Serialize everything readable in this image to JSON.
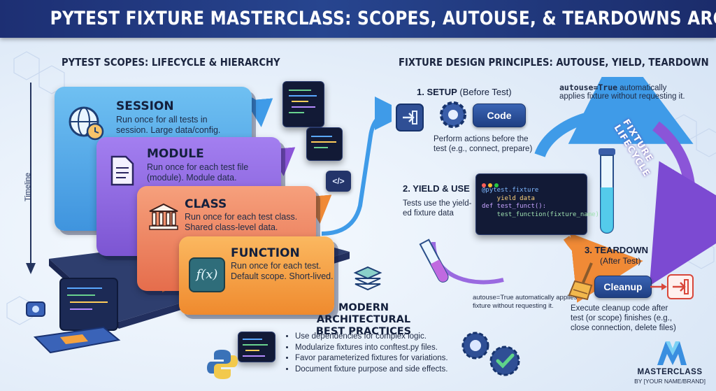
{
  "title": "PYTEST FIXTURE MASTERCLASS: SCOPES, AUTOUSE, & TEARDOWNS ARCHITECTURE",
  "left": {
    "heading": "PYTEST SCOPES: LIFECYCLE & HIERARCHY",
    "timeline_label": "Timeline",
    "scopes": [
      {
        "name": "SESSION",
        "desc_1": "Run once for all tests in",
        "desc_2": "session. Large data/config."
      },
      {
        "name": "MODULE",
        "desc_1": "Run once for each test file",
        "desc_2": "(module). Module data."
      },
      {
        "name": "CLASS",
        "desc_1": "Run once for each test class.",
        "desc_2": "Shared class-level data."
      },
      {
        "name": "FUNCTION",
        "desc_1": "Run once for each test.",
        "desc_2": "Default scope. Short-lived."
      }
    ],
    "code_tag": "</>",
    "fx_symbol": "f(x)"
  },
  "right": {
    "heading": "FIXTURE DESIGN PRINCIPLES: AUTOUSE, YIELD, TEARDOWN",
    "setup": {
      "label_bold": "1. SETUP",
      "label_rest": " (Before Test)",
      "button": "Code",
      "desc_1": "Perform actions before the",
      "desc_2": "test (e.g., connect, prepare)"
    },
    "autouse_top": {
      "code": "autouse=True",
      "line_1": " automatically",
      "line_2": "applies fixture without requesting it."
    },
    "lifecycle_label": "FIXTURE LIFECYCLE",
    "yield": {
      "label": "2. YIELD & USE",
      "desc_1": "Tests use the yield-",
      "desc_2": "ed fixture data",
      "code": [
        "@pytest.fixture",
        "    yield data",
        "",
        "def test_funct():",
        "    test_function(fixture_name)"
      ]
    },
    "teardown": {
      "label_1": "3. TEARDOWN",
      "label_2": "(After Test)",
      "button": "Cleanup",
      "desc_1": "Execute cleanup code after",
      "desc_2": "test (or scope) finishes (e.g.,",
      "desc_3": "close connection, delete files)"
    },
    "autouse_bottom": {
      "line_1": "autouse=True automatically applies",
      "line_2": "fixture without requesting it."
    }
  },
  "best_practices": {
    "heading_1": "MODERN ARCHITECTURAL",
    "heading_2": "BEST PRACTICES",
    "items": [
      "Use dependencies for complex logic.",
      "Modularize fixtures into conftest.py files.",
      "Favor parameterized fixtures for variations.",
      "Document fixture purpose and side effects."
    ]
  },
  "brand": {
    "name": "MASTERCLASS",
    "sub": "BY [YOUR NAME/BRAND]"
  },
  "colors": {
    "session": "#4aa6e8",
    "module": "#8f6ae0",
    "class": "#f08a5a",
    "function": "#f6a23e",
    "banner": "#1f3478",
    "arrow_blue": "#3f9be8",
    "arrow_purple": "#8b55d8",
    "arrow_orange": "#f08a36"
  }
}
